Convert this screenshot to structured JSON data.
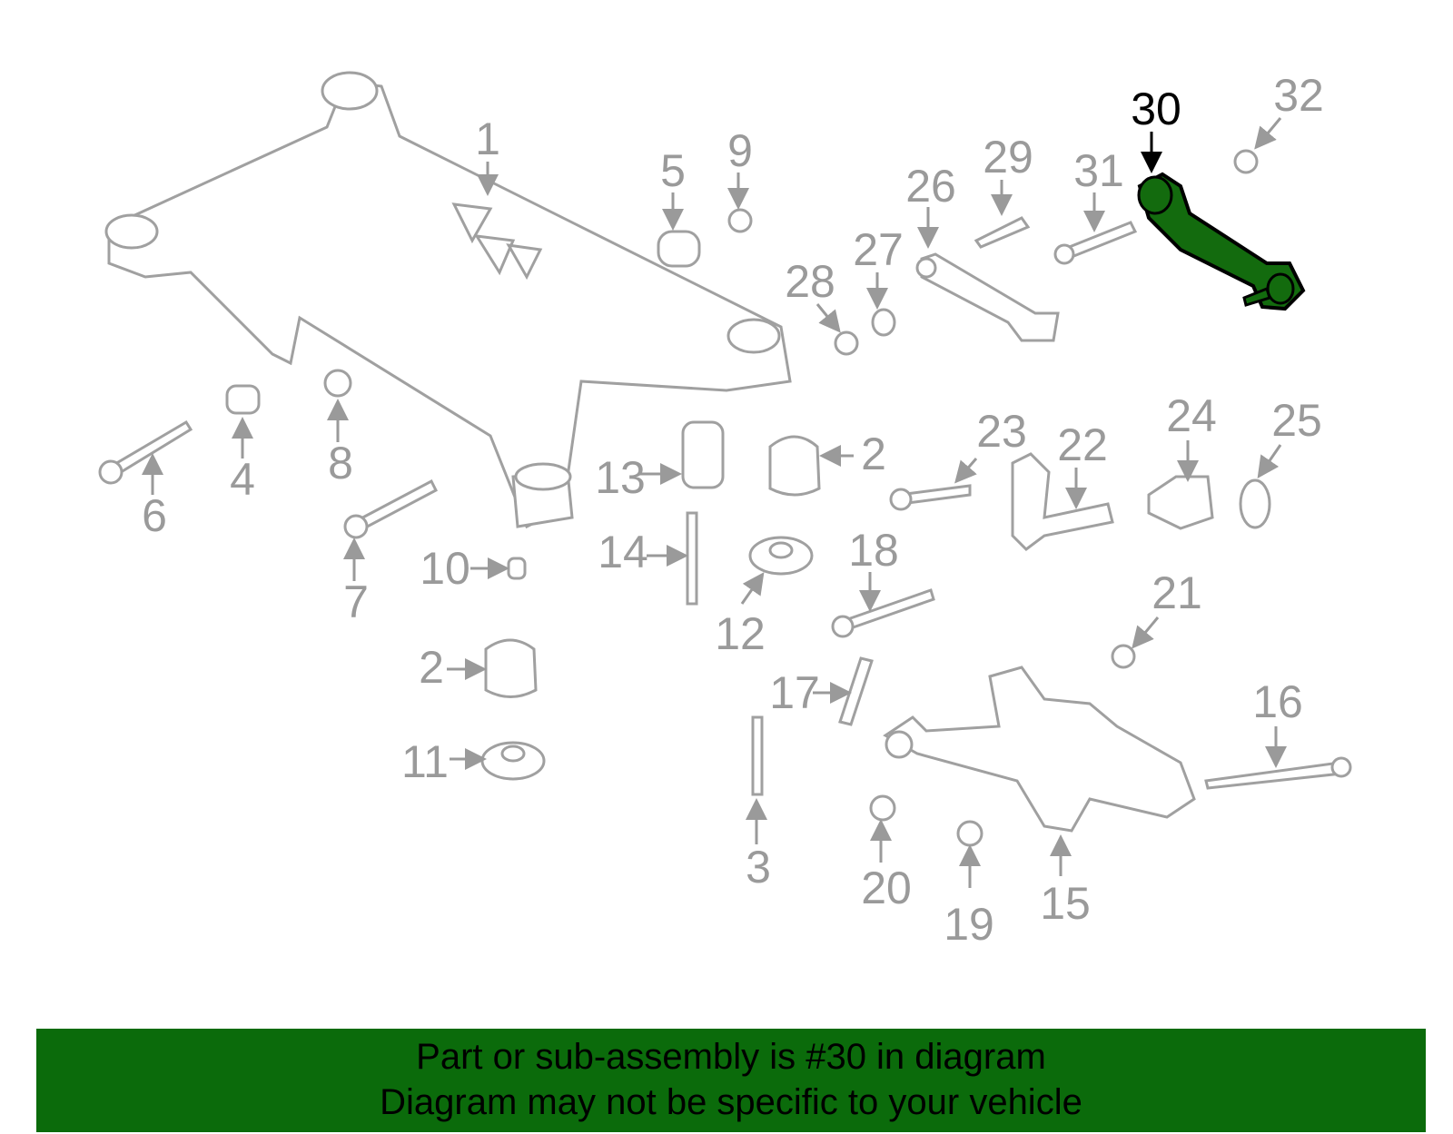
{
  "diagram": {
    "highlighted_part": "30",
    "highlight_color": "#136b0e",
    "callouts": [
      "1",
      "5",
      "9",
      "26",
      "29",
      "31",
      "30",
      "32",
      "27",
      "28",
      "4",
      "8",
      "6",
      "13",
      "2",
      "23",
      "22",
      "24",
      "25",
      "14",
      "10",
      "18",
      "7",
      "12",
      "21",
      "2",
      "17",
      "16",
      "11",
      "3",
      "20",
      "15",
      "19"
    ]
  },
  "banner": {
    "line1": "Part or sub-assembly is #30 in diagram",
    "line2": "Diagram may not be specific to your vehicle"
  }
}
